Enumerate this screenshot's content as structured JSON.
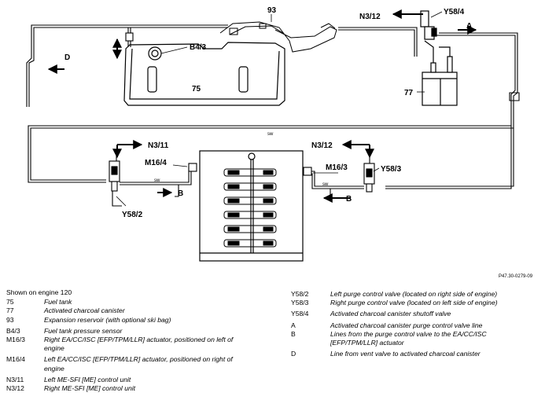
{
  "labels": {
    "expansion_reservoir": "93",
    "pressure_sensor": "B4/3",
    "fuel_tank": "75",
    "line_d": "D",
    "right_control_unit_top": "N3/12",
    "shutoff_valve": "Y58/4",
    "line_a": "A",
    "canister": "77",
    "left_control_unit": "N3/11",
    "right_control_unit": "N3/12",
    "left_actuator": "M16/4",
    "right_actuator": "M16/3",
    "left_purge_valve": "Y58/2",
    "right_purge_valve": "Y58/3",
    "line_b_left": "B",
    "line_b_right": "B",
    "sw_mid": "sw",
    "sw_left": "sw",
    "sw_right": "sw"
  },
  "reference": "P47.30-0279-09",
  "legend_heading": "Shown on engine 120",
  "legend_left": [
    {
      "code": "75",
      "desc": "Fuel tank"
    },
    {
      "code": "77",
      "desc": "Activated charcoal canister"
    },
    {
      "code": "93",
      "desc": "Expansion reservoir (with optional ski bag)"
    },
    {
      "code": "B4/3",
      "desc": "Fuel tank pressure sensor"
    },
    {
      "code": "M16/3",
      "desc": "Right EA/CC/ISC [EFP/TPM/LLR] actuator, positioned on left of engine"
    },
    {
      "code": "M16/4",
      "desc": "Left EA/CC/ISC [EFP/TPM/LLR] actuator, positioned on right of engine"
    },
    {
      "code": "N3/11",
      "desc": "Left ME-SFI [ME] control unit"
    },
    {
      "code": "N3/12",
      "desc": "Right ME-SFI [ME] control unit"
    }
  ],
  "legend_right": [
    {
      "code": "Y58/2",
      "desc": "Left purge control valve (located on right side of engine)"
    },
    {
      "code": "Y58/3",
      "desc": "Right purge control valve (located on left side of engine)"
    },
    {
      "code": "Y58/4",
      "desc": "Activated charcoal canister shutoff valve"
    },
    {
      "code": "A",
      "desc": "Activated charcoal canister purge control valve line"
    },
    {
      "code": "B",
      "desc": "Lines from the purge control valve to the EA/CC/ISC [EFP/TPM/LLR] actuator"
    },
    {
      "code": "D",
      "desc": "Line from vent valve to activated charcoal canister"
    }
  ]
}
